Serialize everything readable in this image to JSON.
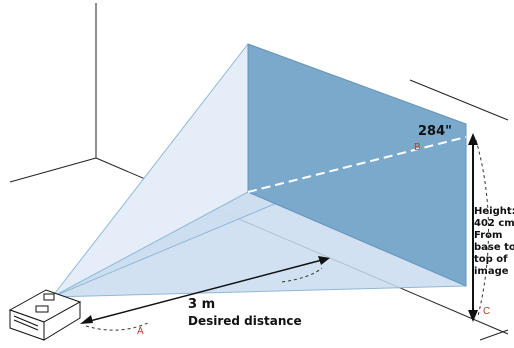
{
  "diagram": {
    "screen_size": "284\"",
    "distance_value": "3 m",
    "distance_caption": "Desired distance",
    "height_lines": [
      "Height:",
      "402 cm",
      "From",
      "base to",
      "top of",
      "image"
    ],
    "markers": {
      "a": "A",
      "b": "B",
      "c": "C"
    }
  },
  "colors": {
    "screen_fill": "#7aa9cc",
    "beam_fill": "#c9dcef",
    "room_lines": "#222222",
    "marker_text": "#c0392b"
  }
}
